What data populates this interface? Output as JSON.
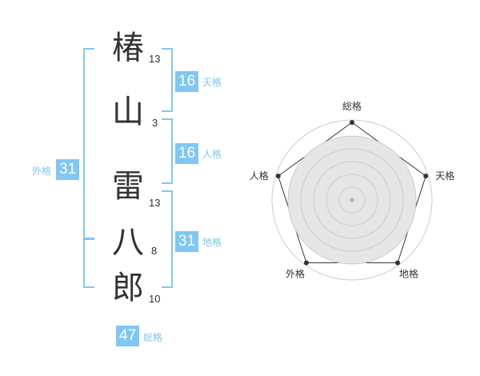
{
  "name_chars": [
    {
      "char": "椿",
      "strokes": "13"
    },
    {
      "char": "山",
      "strokes": "3"
    },
    {
      "char": "雷",
      "strokes": "13"
    },
    {
      "char": "八",
      "strokes": "8"
    },
    {
      "char": "郎",
      "strokes": "10"
    }
  ],
  "fortunes": {
    "tenkaku": {
      "value": "16",
      "label": "天格"
    },
    "jinkaku": {
      "value": "16",
      "label": "人格"
    },
    "chikaku": {
      "value": "31",
      "label": "地格"
    },
    "gaikaku": {
      "value": "31",
      "label": "外格"
    },
    "soukaku": {
      "value": "47",
      "label": "総格"
    }
  },
  "colors": {
    "accent": "#7fc7f4",
    "text": "#333333",
    "radar_fill": "#e6e6e6",
    "ring": "#cccccc"
  },
  "chart_data": {
    "type": "radar",
    "axes": [
      "総格",
      "天格",
      "地格",
      "外格",
      "人格"
    ],
    "values": [
      5,
      5,
      5,
      5,
      5
    ],
    "range": [
      0,
      5
    ],
    "rings": 5
  }
}
